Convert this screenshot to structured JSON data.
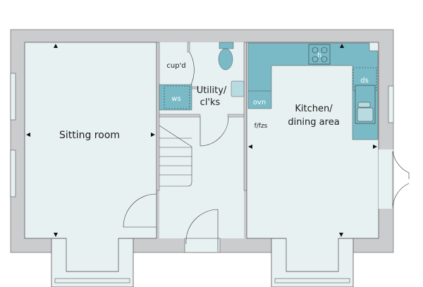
{
  "colors": {
    "wall": "#cbcccd",
    "floor": "#e8f1f2",
    "fitting": "#79bac6",
    "line": "#3a3a3a"
  },
  "rooms": {
    "sitting_room": "Sitting room",
    "cupboard": "cup'd",
    "utility_line1": "Utility/",
    "utility_line2": "cl'ks",
    "kitchen_line1": "Kitchen/",
    "kitchen_line2": "dining area"
  },
  "fittings": {
    "washing_space": "ws",
    "hob": "h",
    "oven": "ovn",
    "dishwasher_space": "ds",
    "fridge_freezer_space": "f/fzs"
  }
}
